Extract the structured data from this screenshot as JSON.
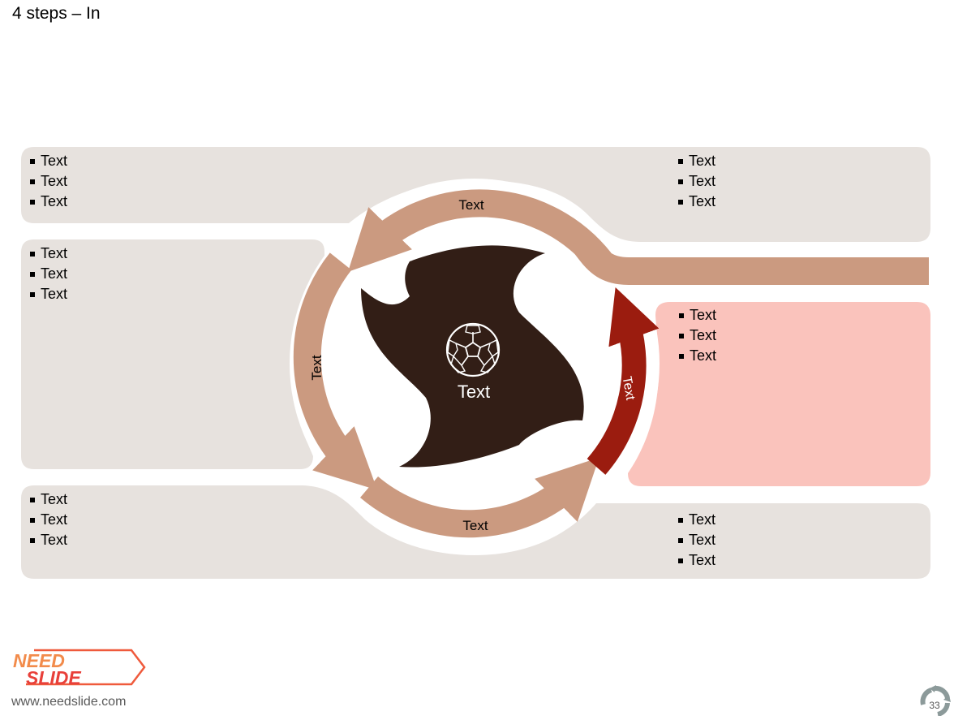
{
  "slide": {
    "title": "4 steps – In"
  },
  "panels": {
    "top_left": [
      "Text",
      "Text",
      "Text"
    ],
    "top_right": [
      "Text",
      "Text",
      "Text"
    ],
    "middle_left": [
      "Text",
      "Text",
      "Text"
    ],
    "middle_right": [
      "Text",
      "Text",
      "Text"
    ],
    "bottom_left": [
      "Text",
      "Text",
      "Text"
    ],
    "bottom_right": [
      "Text",
      "Text",
      "Text"
    ]
  },
  "cycle": {
    "center_label": "Text",
    "center_icon": "soccer-ball-icon",
    "arrow_top_label": "Text",
    "arrow_left_label": "Text",
    "arrow_bottom_label": "Text",
    "arrow_right_label": "Text"
  },
  "colors": {
    "panel_gray": "#e7e2de",
    "panel_pink": "#fac3bc",
    "arrow_tan": "#cb9a80",
    "arrow_red": "#9b1c0f",
    "center_dark": "#321e16"
  },
  "footer": {
    "logo_line1": "NEED",
    "logo_line2": "SLIDE",
    "website": "www.needslide.com",
    "page_number": "33"
  }
}
